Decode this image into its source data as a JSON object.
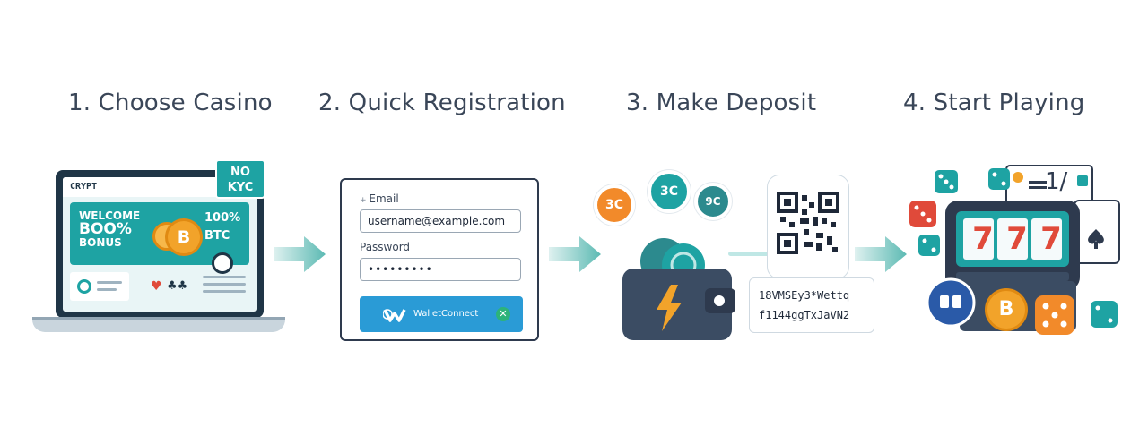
{
  "steps": [
    {
      "title": "1. Choose Casino"
    },
    {
      "title": "2. Quick Registration"
    },
    {
      "title": "3. Make Deposit"
    },
    {
      "title": "4. Start Playing"
    }
  ],
  "casino": {
    "brand": "CRYPT",
    "badge_line1": "NO",
    "badge_line2": "KYC",
    "welcome": "WELCOME",
    "percent": "BOO%",
    "bonus": "BONUS",
    "right_top": "100%",
    "right_bottom": "BTC",
    "coin_symbol": "B"
  },
  "registration": {
    "email_label": "Email",
    "email_value": "username@example.com",
    "password_label": "Password",
    "password_value": "•••••••••",
    "button_label": "WalletConnect"
  },
  "deposit": {
    "bubble_1": "3C",
    "bubble_2": "3C",
    "bubble_3": "9C",
    "address_line1": "18VMSEy3*Wettq",
    "address_line2": "f1144ggTxJaVN2"
  },
  "playing": {
    "reels": [
      "7",
      "7",
      "7"
    ],
    "card_text": "1/",
    "coin_symbol": "B"
  },
  "colors": {
    "teal": "#1ea3a3",
    "navy": "#2e3a4e",
    "orange": "#f2a32a",
    "blue": "#2a9bd6",
    "red": "#e04a3a"
  }
}
